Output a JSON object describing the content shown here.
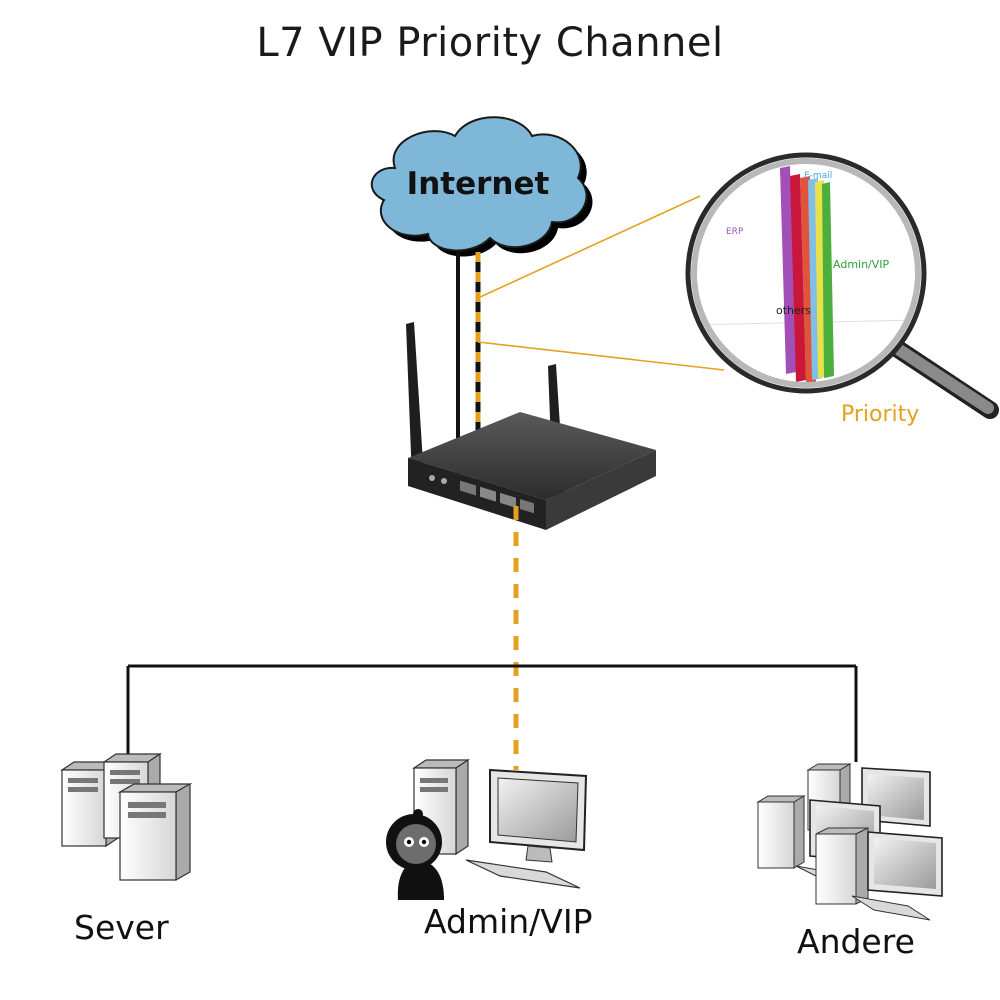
{
  "title": "L7 VIP Priority Channel",
  "internet": {
    "label": "Internet"
  },
  "magnifier": {
    "bands": [
      {
        "label": "ERP",
        "color": "#9b59b6"
      },
      {
        "label": "E-mail",
        "color": "#4aa3df"
      },
      {
        "label": "Admin/VIP",
        "color": "#2e9e3a"
      },
      {
        "label": "others",
        "color": "#222222"
      }
    ],
    "priority_label": "Priority"
  },
  "nodes": {
    "server_label": "Sever",
    "admin_label": "Admin/VIP",
    "others_label": "Andere"
  },
  "colors": {
    "accent": "#e6a020",
    "cloud": "#7fb7d9",
    "line": "#111111"
  }
}
